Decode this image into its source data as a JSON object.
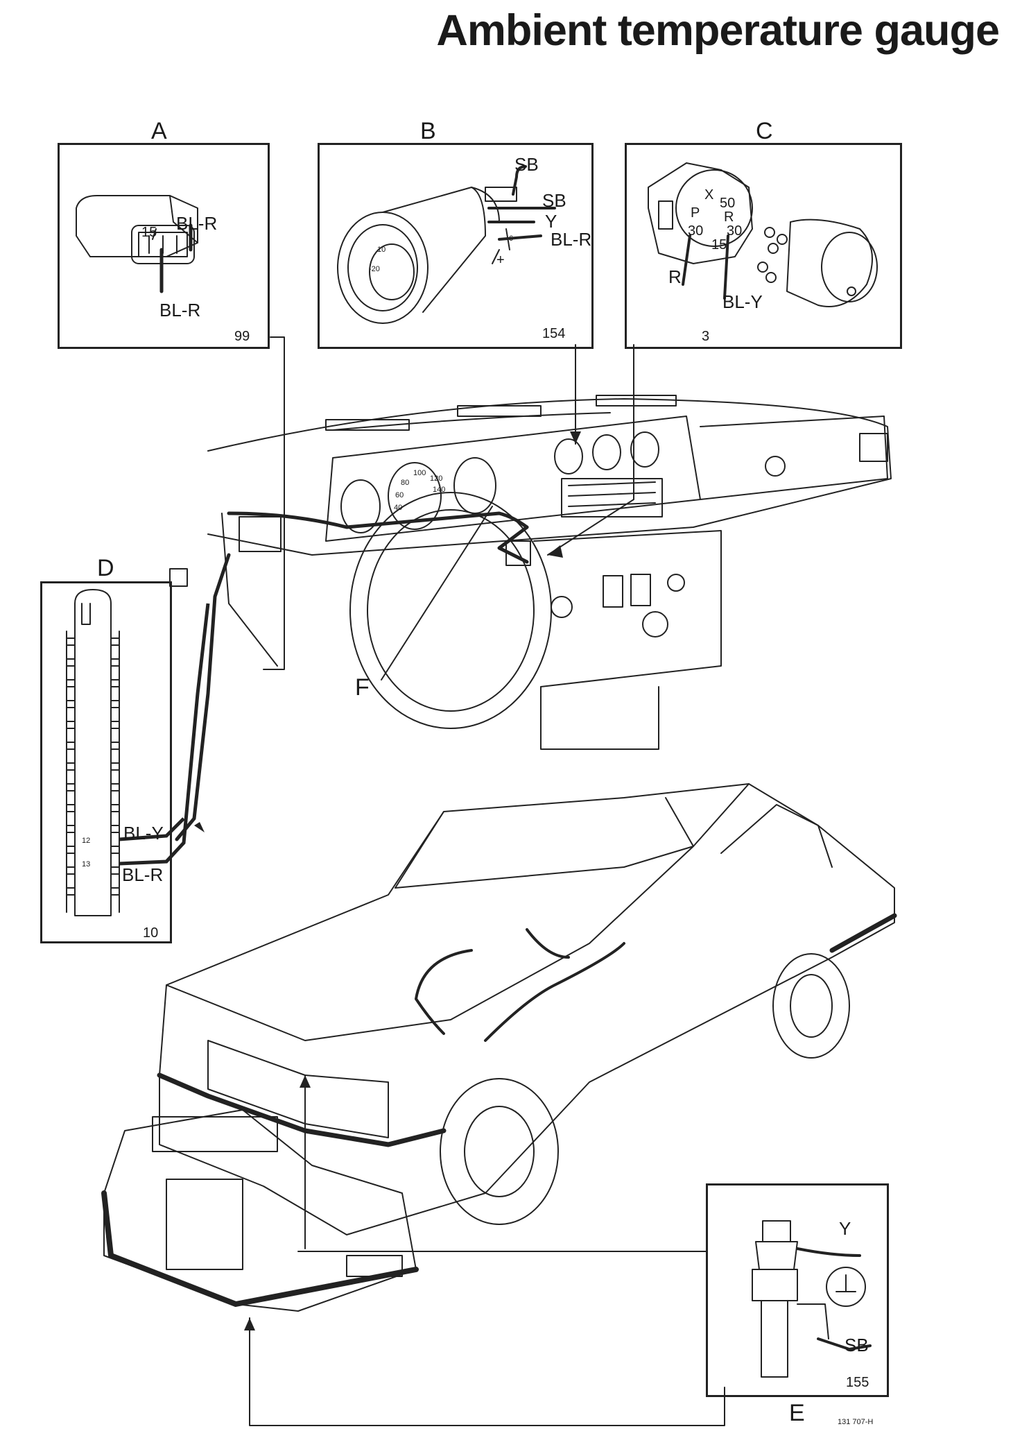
{
  "title": "Ambient temperature gauge",
  "panels": {
    "A": {
      "letter": "A",
      "number": "99",
      "labels": [
        "15",
        "BL-R",
        "BL-R"
      ]
    },
    "B": {
      "letter": "B",
      "number": "154",
      "labels": [
        "SB",
        "SB",
        "Y",
        "BL-R",
        "6",
        "+",
        "10",
        "-20"
      ]
    },
    "C": {
      "letter": "C",
      "number": "3",
      "labels": [
        "X",
        "50",
        "P",
        "R",
        "30",
        "30",
        "15",
        "R",
        "BL-Y"
      ]
    },
    "D": {
      "letter": "D",
      "number": "10",
      "labels": [
        "BL-Y",
        "BL-R",
        "12",
        "13"
      ]
    },
    "E": {
      "letter": "E",
      "number": "155",
      "labels": [
        "Y",
        "SB"
      ]
    }
  },
  "callouts": {
    "F": "F"
  },
  "gauge_marks": [
    "100",
    "120",
    "80",
    "140",
    "60",
    "40"
  ],
  "drawing_code": "131 707-H",
  "colors": {
    "ink": "#1a1a1a",
    "paper": "#ffffff"
  },
  "icons": [
    "ground-symbol-icon",
    "fuse-box",
    "temperature-sensor",
    "ignition-switch",
    "relay-connector",
    "car-illustration",
    "dashboard-illustration"
  ]
}
